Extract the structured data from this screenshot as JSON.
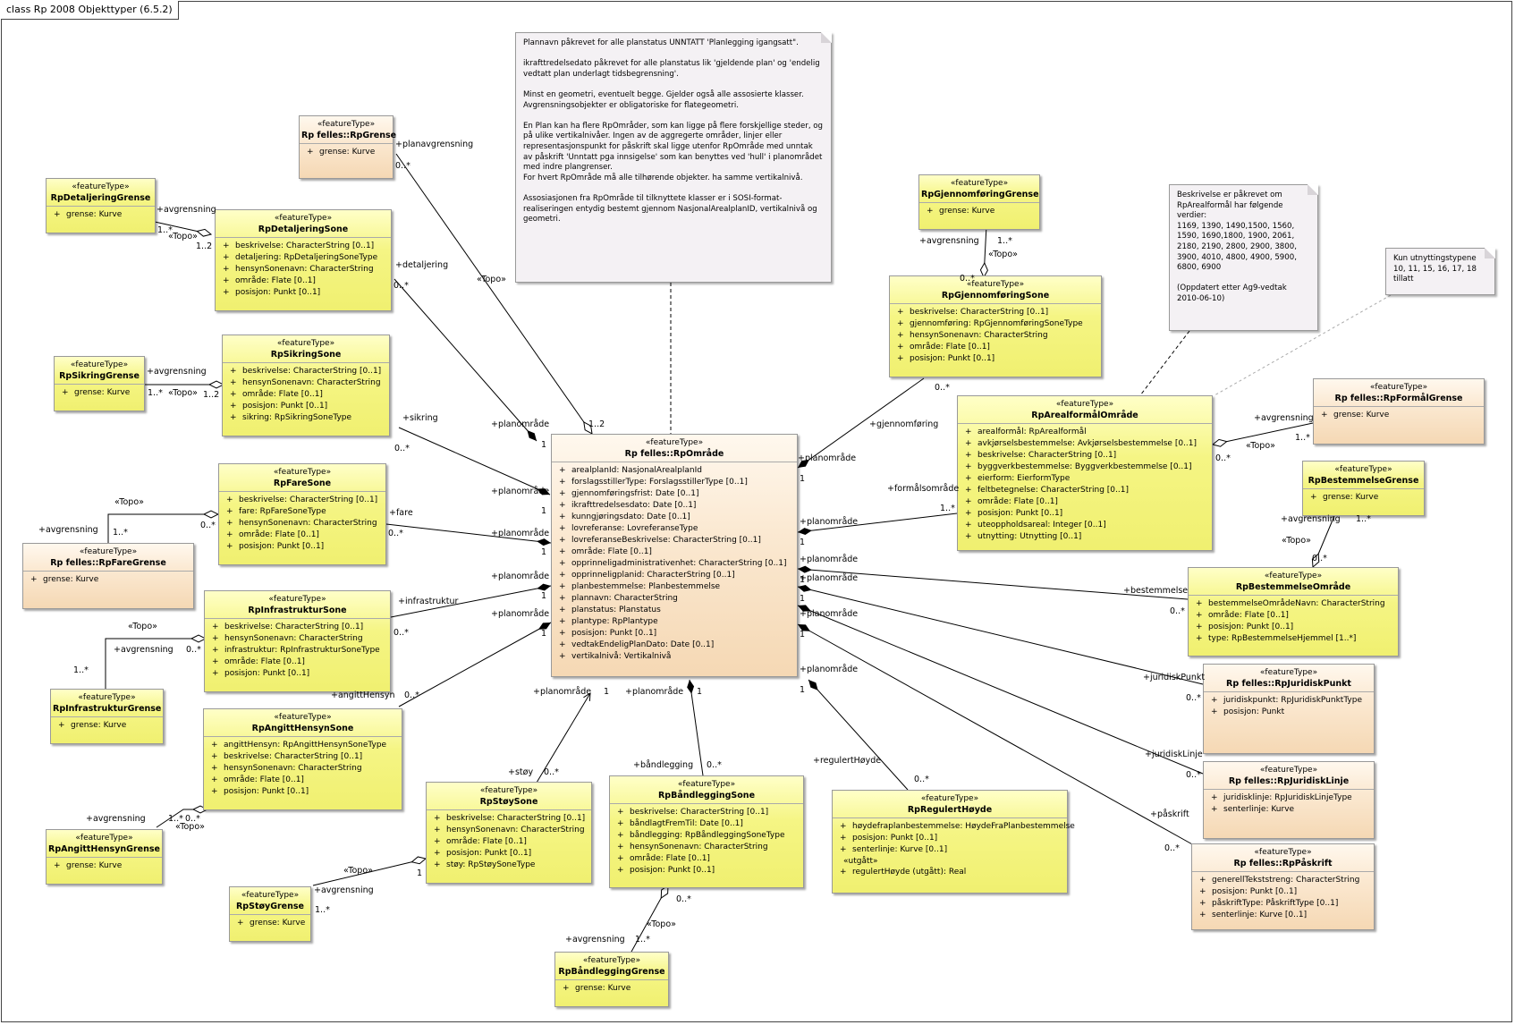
{
  "frame_title": "class Rp 2008 Objekttyper (6.5.2)",
  "stereotype": "«featureType»",
  "classes": {
    "rpgrense": {
      "name": "Rp felles::RpGrense",
      "attrs": [
        "grense: Kurve"
      ]
    },
    "detaljgrense": {
      "name": "RpDetaljeringGrense",
      "attrs": [
        "grense: Kurve"
      ]
    },
    "detaljsone": {
      "name": "RpDetaljeringSone",
      "attrs": [
        "beskrivelse: CharacterString [0..1]",
        "detaljering: RpDetaljeringSoneType",
        "hensynSonenavn: CharacterString",
        "område: Flate [0..1]",
        "posisjon: Punkt [0..1]"
      ]
    },
    "sikringgrense": {
      "name": "RpSikringGrense",
      "attrs": [
        "grense: Kurve"
      ]
    },
    "sikringsone": {
      "name": "RpSikringSone",
      "attrs": [
        "beskrivelse: CharacterString [0..1]",
        "hensynSonenavn: CharacterString",
        "område: Flate [0..1]",
        "posisjon: Punkt [0..1]",
        "sikring: RpSikringSoneType"
      ]
    },
    "faresone": {
      "name": "RpFareSone",
      "attrs": [
        "beskrivelse: CharacterString [0..1]",
        "fare: RpFareSoneType",
        "hensynSonenavn: CharacterString",
        "område: Flate [0..1]",
        "posisjon: Punkt [0..1]"
      ]
    },
    "faregrense": {
      "name": "Rp felles::RpFareGrense",
      "attrs": [
        "grense: Kurve"
      ]
    },
    "infrasone": {
      "name": "RpInfrastrukturSone",
      "attrs": [
        "beskrivelse: CharacterString [0..1]",
        "hensynSonenavn: CharacterString",
        "infrastruktur: RpInfrastrukturSoneType",
        "område: Flate [0..1]",
        "posisjon: Punkt [0..1]"
      ]
    },
    "infragrense": {
      "name": "RpInfrastrukturGrense",
      "attrs": [
        "grense: Kurve"
      ]
    },
    "angittsone": {
      "name": "RpAngittHensynSone",
      "attrs": [
        "angittHensyn: RpAngittHensynSoneType",
        "beskrivelse: CharacterString [0..1]",
        "hensynSonenavn: CharacterString",
        "område: Flate [0..1]",
        "posisjon: Punkt [0..1]"
      ]
    },
    "angittgrense": {
      "name": "RpAngittHensynGrense",
      "attrs": [
        "grense: Kurve"
      ]
    },
    "stoysone": {
      "name": "RpStøySone",
      "attrs": [
        "beskrivelse: CharacterString [0..1]",
        "hensynSonenavn: CharacterString",
        "område: Flate [0..1]",
        "posisjon: Punkt [0..1]",
        "støy: RpStøySoneType"
      ]
    },
    "stoygrense": {
      "name": "RpStøyGrense",
      "attrs": [
        "grense: Kurve"
      ]
    },
    "bandsone": {
      "name": "RpBåndleggingSone",
      "attrs": [
        "beskrivelse: CharacterString [0..1]",
        "båndlagtFremTil: Date [0..1]",
        "båndlegging: RpBåndleggingSoneType",
        "hensynSonenavn: CharacterString",
        "område: Flate [0..1]",
        "posisjon: Punkt [0..1]"
      ]
    },
    "bandgrense": {
      "name": "RpBåndleggingGrense",
      "attrs": [
        "grense: Kurve"
      ]
    },
    "rpomrade": {
      "name": "Rp felles::RpOmråde",
      "attrs": [
        "arealplanId: NasjonalArealplanId",
        "forslagsstillerType: ForslagsstillerType [0..1]",
        "gjennomføringsfrist: Date [0..1]",
        "ikrafttredelsesdato: Date [0..1]",
        "kunngjøringsdato: Date [0..1]",
        "lovreferanse: LovreferanseType",
        "lovreferanseBeskrivelse: CharacterString [0..1]",
        "område: Flate [0..1]",
        "opprinneligadministrativenhet: CharacterString [0..1]",
        "opprinneligplanid: CharacterString [0..1]",
        "planbestemmelse: Planbestemmelse",
        "plannavn: CharacterString",
        "planstatus: Planstatus",
        "plantype: RpPlantype",
        "posisjon: Punkt [0..1]",
        "vedtakEndeligPlanDato: Date [0..1]",
        "vertikalnivå: Vertikalnivå"
      ]
    },
    "regulerthoyde": {
      "name": "RpRegulertHøyde",
      "attrs": [
        "høydefraplanbestemmelse: HøydeFraPlanbestemmelse",
        "posisjon: Punkt [0..1]",
        "senterlinje: Kurve [0..1]"
      ],
      "sub_stereo": "«utgått»",
      "sub_attrs": [
        "regulertHøyde (utgått): Real"
      ]
    },
    "gjgrense": {
      "name": "RpGjennomføringGrense",
      "attrs": [
        "grense: Kurve"
      ]
    },
    "gjsone": {
      "name": "RpGjennomføringSone",
      "attrs": [
        "beskrivelse: CharacterString [0..1]",
        "gjennomføring: RpGjennomføringSoneType",
        "hensynSonenavn: CharacterString",
        "område: Flate [0..1]",
        "posisjon: Punkt [0..1]"
      ]
    },
    "arealformal": {
      "name": "RpArealformålOmråde",
      "attrs": [
        "arealformål: RpArealformål",
        "avkjørselsbestemmelse: Avkjørselsbestemmelse [0..1]",
        "beskrivelse: CharacterString [0..1]",
        "byggverkbestemmelse: Byggverkbestemmelse [0..1]",
        "eierform: EierformType",
        "feltbetegnelse: CharacterString [0..1]",
        "område: Flate [0..1]",
        "posisjon: Punkt [0..1]",
        "uteoppholdsareal: Integer [0..1]",
        "utnytting: Utnytting [0..1]"
      ]
    },
    "formalgrense": {
      "name": "Rp felles::RpFormålGrense",
      "attrs": [
        "grense: Kurve"
      ]
    },
    "bestgrense": {
      "name": "RpBestemmelseGrense",
      "attrs": [
        "grense: Kurve"
      ]
    },
    "bestomrade": {
      "name": "RpBestemmelseOmråde",
      "attrs": [
        "bestemmelseOmrådeNavn: CharacterString",
        "område: Flate [0..1]",
        "posisjon: Punkt [0..1]",
        "type: RpBestemmelseHjemmel [1..*]"
      ]
    },
    "jurpunkt": {
      "name": "Rp felles::RpJuridiskPunkt",
      "attrs": [
        "juridiskpunkt: RpJuridiskPunktType",
        "posisjon: Punkt"
      ]
    },
    "jurlinje": {
      "name": "Rp felles::RpJuridiskLinje",
      "attrs": [
        "juridisklinje: RpJuridiskLinjeType",
        "senterlinje: Kurve"
      ]
    },
    "paskrift": {
      "name": "Rp felles::RpPåskrift",
      "attrs": [
        "generellTekststreng: CharacterString",
        "posisjon: Punkt [0..1]",
        "påskriftType: PåskriftType [0..1]",
        "senterlinje: Kurve [0..1]"
      ]
    }
  },
  "notes": {
    "main": [
      "Plannavn  påkrevet for alle planstatus UNNTATT  'Planlegging igangsatt\".",
      "ikrafttredelsedato påkrevet for alle planstatus lik 'gjeldende plan'  og 'endelig vedtatt plan underlagt tidsbegrensning'.",
      "Minst en geometri, eventuelt begge. Gjelder også alle assosierte klasser. Avgrensningsobjekter er obligatoriske for flategeometri.",
      "En Plan kan ha flere RpOmråder, som kan ligge på flere forskjellige steder, og på ulike vertikalnivåer. Ingen av de aggregerte områder,  linjer eller representasjonspunkt for påskrift skal ligge utenfor RpOmråde med unntak av påskrift 'Unntatt pga innsigelse' som kan benyttes ved 'hull' i planområdet med indre plangrenser.\nFor hvert RpOmråde må alle tilhørende objekter. ha samme vertikalnivå.",
      "Assosiasjonen fra RpOmråde til tilknyttete klasser er i SOSI-format-realiseringen entydig bestemt gjennom NasjonalArealplanID, vertikalnivå og geometri."
    ],
    "arealformal": [
      "Beskrivelse er påkrevet om RpArealformål har følgende verdier:\n1169, 1390, 1490,1500, 1560, 1590, 1690,1800, 1900, 2061, 2180, 2190, 2800, 2900, 3800, 3900, 4010, 4800, 4900, 5900, 6800, 6900",
      "(Oppdatert etter Ag9-vedtak 2010-06-10)"
    ],
    "utnytting": [
      "Kun utnyttingstypene 10, 11, 15, 16, 17, 18 tillatt"
    ]
  },
  "labels": [
    {
      "id": "l1",
      "text": "+planavgrensning"
    },
    {
      "id": "l2",
      "text": "0..*"
    },
    {
      "id": "l3",
      "text": "«Topo»"
    },
    {
      "id": "l4",
      "text": "1..2"
    },
    {
      "id": "l5",
      "text": "+avgrensning"
    },
    {
      "id": "l6",
      "text": "1..*"
    },
    {
      "id": "l7",
      "text": "«Topo»"
    },
    {
      "id": "l8",
      "text": "1..2"
    },
    {
      "id": "l9",
      "text": "+detaljering"
    },
    {
      "id": "l10",
      "text": "0..*"
    },
    {
      "id": "l11",
      "text": "+avgrensning"
    },
    {
      "id": "l12",
      "text": "1..*"
    },
    {
      "id": "l13",
      "text": "«Topo»"
    },
    {
      "id": "l14",
      "text": "1..2"
    },
    {
      "id": "l15",
      "text": "+sikring"
    },
    {
      "id": "l16",
      "text": "0..*"
    },
    {
      "id": "l17",
      "text": "«Topo»"
    },
    {
      "id": "l18",
      "text": "+avgrensning"
    },
    {
      "id": "l19",
      "text": "1..*"
    },
    {
      "id": "l20",
      "text": "0..*"
    },
    {
      "id": "l21",
      "text": "+fare"
    },
    {
      "id": "l22",
      "text": "0..*"
    },
    {
      "id": "l23",
      "text": "«Topo»"
    },
    {
      "id": "l24",
      "text": "+avgrensning"
    },
    {
      "id": "l25",
      "text": "0..*"
    },
    {
      "id": "l26",
      "text": "1..*"
    },
    {
      "id": "l27",
      "text": "+infrastruktur"
    },
    {
      "id": "l28",
      "text": "0..*"
    },
    {
      "id": "l29",
      "text": "+angittHensyn"
    },
    {
      "id": "l30",
      "text": "0..*"
    },
    {
      "id": "l31",
      "text": "+avgrensning"
    },
    {
      "id": "l32",
      "text": "1..*"
    },
    {
      "id": "l33",
      "text": "0..*"
    },
    {
      "id": "l34",
      "text": "«Topo»"
    },
    {
      "id": "l35",
      "text": "+planområde"
    },
    {
      "id": "l36",
      "text": "1"
    },
    {
      "id": "l37",
      "text": "+planområde"
    },
    {
      "id": "l38",
      "text": "1"
    },
    {
      "id": "l39",
      "text": "+planområde"
    },
    {
      "id": "l40",
      "text": "1"
    },
    {
      "id": "l41",
      "text": "+planområde"
    },
    {
      "id": "l42",
      "text": "1"
    },
    {
      "id": "l43",
      "text": "+planområde"
    },
    {
      "id": "l44",
      "text": "1"
    },
    {
      "id": "l45",
      "text": "+planområde"
    },
    {
      "id": "l46",
      "text": "1"
    },
    {
      "id": "l47",
      "text": "+planområde"
    },
    {
      "id": "l48",
      "text": "1"
    },
    {
      "id": "l49",
      "text": "+støy"
    },
    {
      "id": "l50",
      "text": "0..*"
    },
    {
      "id": "l51",
      "text": "+båndlegging"
    },
    {
      "id": "l52",
      "text": "0..*"
    },
    {
      "id": "l53",
      "text": "«Topo»"
    },
    {
      "id": "l54",
      "text": "+avgrensning"
    },
    {
      "id": "l55",
      "text": "1"
    },
    {
      "id": "l56",
      "text": "1..*"
    },
    {
      "id": "l57",
      "text": "0..*"
    },
    {
      "id": "l58",
      "text": "«Topo»"
    },
    {
      "id": "l59",
      "text": "+avgrensning"
    },
    {
      "id": "l60",
      "text": "1..*"
    },
    {
      "id": "l61",
      "text": "+regulertHøyde"
    },
    {
      "id": "l62",
      "text": "0..*"
    },
    {
      "id": "l63",
      "text": "+avgrensning"
    },
    {
      "id": "l64",
      "text": "1..*"
    },
    {
      "id": "l65",
      "text": "«Topo»"
    },
    {
      "id": "l66",
      "text": "0..*"
    },
    {
      "id": "l67",
      "text": "0..*"
    },
    {
      "id": "l68",
      "text": "+gjennomføring"
    },
    {
      "id": "l69",
      "text": "+planområde"
    },
    {
      "id": "l70",
      "text": "1"
    },
    {
      "id": "l71",
      "text": "+formålsområde"
    },
    {
      "id": "l72",
      "text": "1..*"
    },
    {
      "id": "l73",
      "text": "+planområde"
    },
    {
      "id": "l74",
      "text": "1"
    },
    {
      "id": "l75",
      "text": "+avgrensning"
    },
    {
      "id": "l76",
      "text": "1..*"
    },
    {
      "id": "l77",
      "text": "«Topo»"
    },
    {
      "id": "l78",
      "text": "0..*"
    },
    {
      "id": "l79",
      "text": "+avgrensning"
    },
    {
      "id": "l80",
      "text": "1..*"
    },
    {
      "id": "l81",
      "text": "«Topo»"
    },
    {
      "id": "l82",
      "text": "0..*"
    },
    {
      "id": "l83",
      "text": "+planområde"
    },
    {
      "id": "l84",
      "text": "1"
    },
    {
      "id": "l85",
      "text": "+bestemmelse"
    },
    {
      "id": "l86",
      "text": "0..*"
    },
    {
      "id": "l87",
      "text": "+planområde"
    },
    {
      "id": "l88",
      "text": "1"
    },
    {
      "id": "l89",
      "text": "+planområde"
    },
    {
      "id": "l90",
      "text": "1"
    },
    {
      "id": "l91",
      "text": "+planområde"
    },
    {
      "id": "l92",
      "text": "1"
    },
    {
      "id": "l93",
      "text": "+juridiskPunkt"
    },
    {
      "id": "l94",
      "text": "0..*"
    },
    {
      "id": "l95",
      "text": "+juridiskLinje"
    },
    {
      "id": "l96",
      "text": "0..*"
    },
    {
      "id": "l97",
      "text": "+påskrift"
    },
    {
      "id": "l98",
      "text": "0..*"
    }
  ]
}
